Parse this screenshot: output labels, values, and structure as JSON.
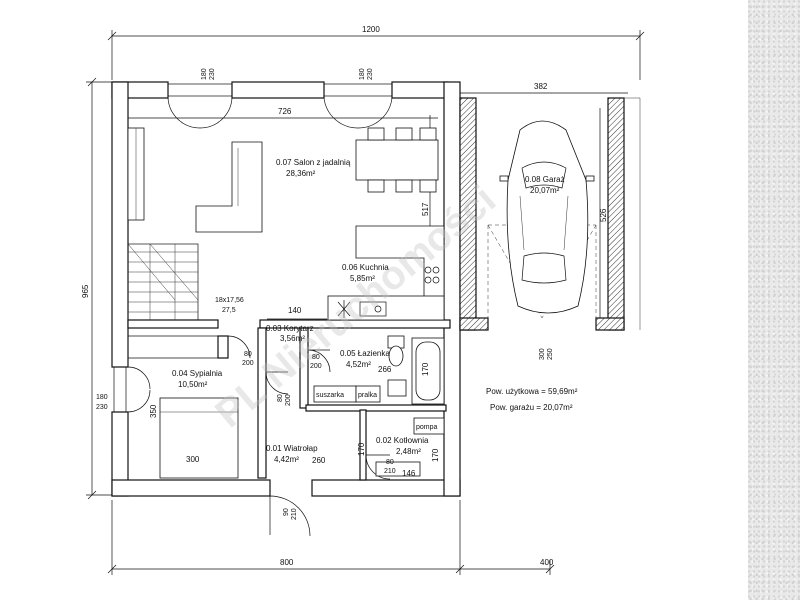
{
  "rooms": [
    {
      "label": "0.07 Salon z jadalnią",
      "area": "28,36m²"
    },
    {
      "label": "0.06 Kuchnia",
      "area": "5,85m²"
    },
    {
      "label": "0.08 Garaż",
      "area": "20,07m²"
    },
    {
      "label": "0.03 Korytarz",
      "area": "3,56m²"
    },
    {
      "label": "0.05 Łazienka",
      "area": "4,52m²"
    },
    {
      "label": "0.04 Sypialnia",
      "area": "10,50m²"
    },
    {
      "label": "0.01 Wiatrołap",
      "area": "4,42m²"
    },
    {
      "label": "0.02 Kotłownia",
      "area": "2,48m²"
    }
  ],
  "fixtures": {
    "dryer": "suszarka",
    "washer": "pralka",
    "pump": "pompa"
  },
  "stairs": {
    "size": "18x17,56",
    "count": "27,5"
  },
  "dimensions": {
    "top_total": "1200",
    "left_total": "965",
    "bottom_main": "800",
    "bottom_garage": "400",
    "salon_width": "726",
    "garage_width": "382",
    "salon_depth": "517",
    "garage_depth": "526",
    "corridor_width": "140",
    "bedroom_depth": "350",
    "bedroom_width": "300",
    "bathroom_width": "266",
    "bathroom_depth": "170",
    "vestibule_width": "260",
    "vestibule_depth": "170",
    "boiler_depth": "170",
    "boiler_width": "146"
  },
  "openings": {
    "win_top_left": [
      "180",
      "230"
    ],
    "win_top_right": [
      "180",
      "230"
    ],
    "win_left": [
      "180",
      "230"
    ],
    "door_bedroom": [
      "80",
      "200"
    ],
    "door_bathroom": [
      "80",
      "200"
    ],
    "door_vestibule": [
      "80",
      "200"
    ],
    "door_boiler": [
      "80",
      "210"
    ],
    "door_entrance": [
      "90",
      "210"
    ],
    "garage_gate": [
      "300",
      "250"
    ]
  },
  "summary": {
    "usable": "Pow. użytkowa = 59,69m²",
    "garage": "Pow. garażu = 20,07m²"
  },
  "watermark": "PL Nieruchomości"
}
